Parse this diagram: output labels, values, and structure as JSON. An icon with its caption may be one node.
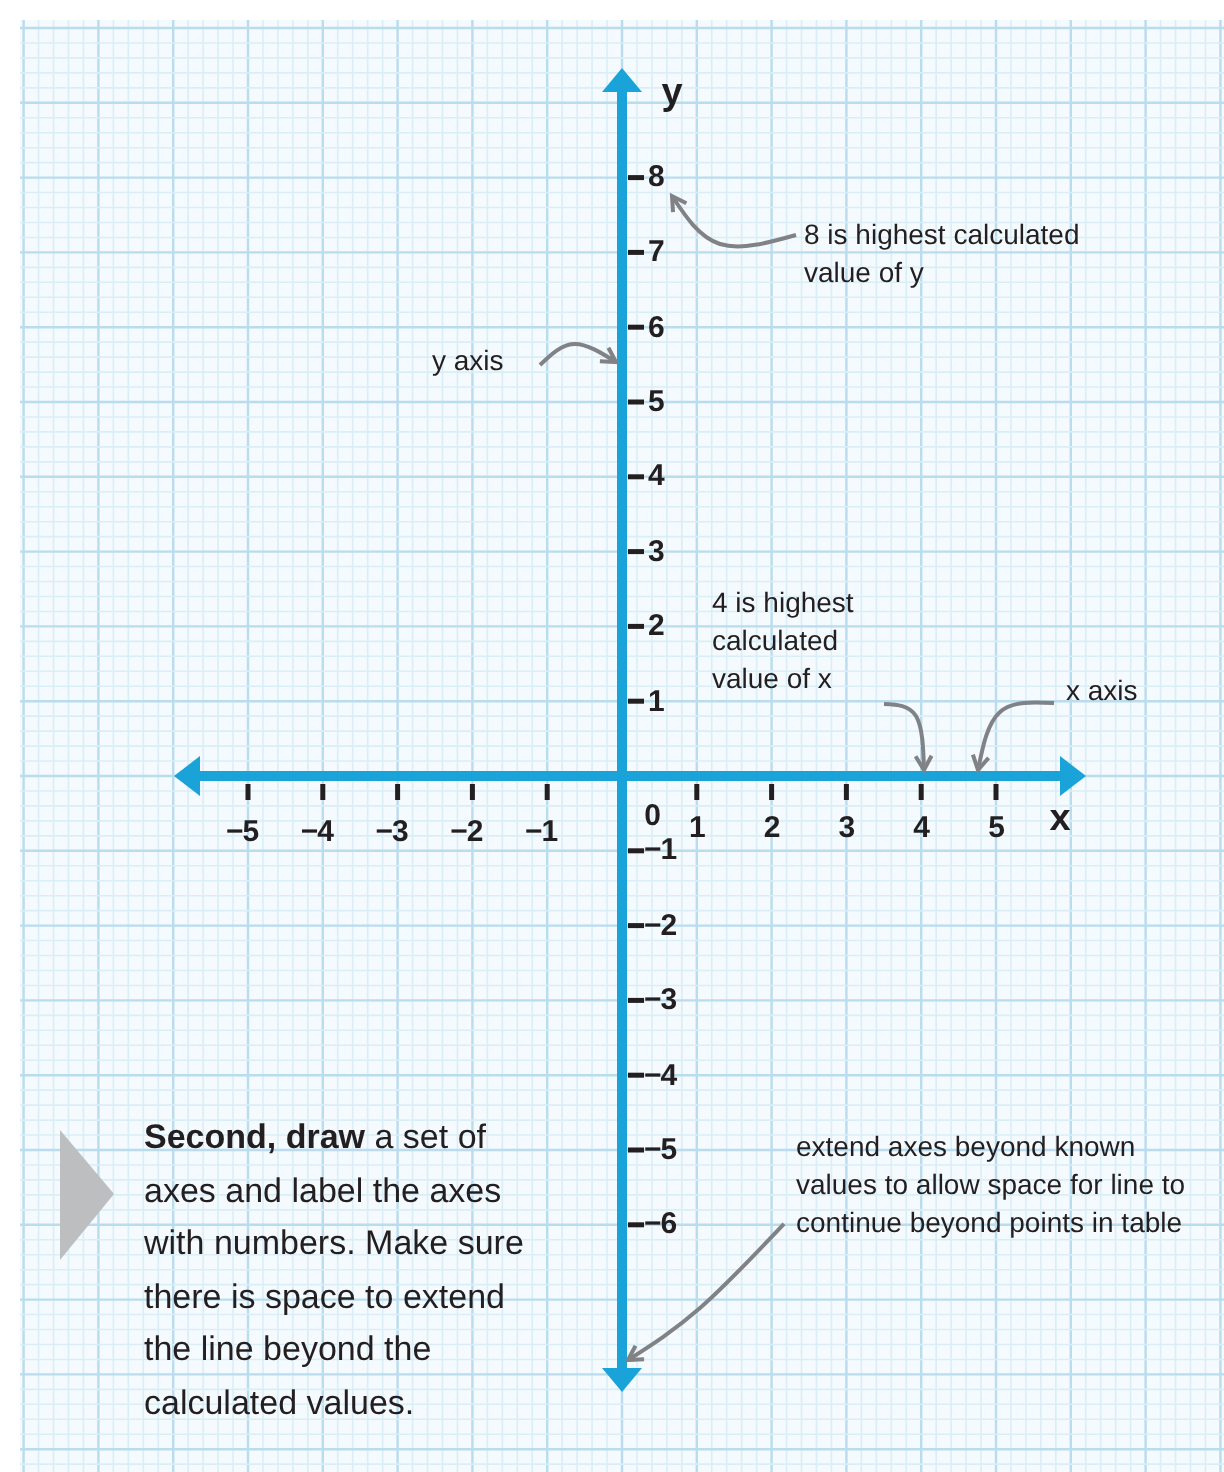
{
  "diagram": {
    "nodes": [
      {
        "text": [
          "8 is highest calculated value of y"
        ]
      },
      {
        "text": [
          "y axis"
        ]
      },
      {
        "text": [
          "4 is highest calculated value of x"
        ]
      },
      {
        "text": [
          "x axis"
        ]
      },
      {
        "text": [
          "extend axes beyond known values to allow space for line to continue beyond points in table"
        ]
      },
      {
        "text": [
          "8"
        ]
      },
      {
        "text": [],
        "shape": "bar"
      },
      {
        "text": [],
        "shape": "bar"
      }
    ],
    "edges": [
      {
        "from": 0,
        "to": 5,
        "arrow": "to"
      },
      {
        "from": 1,
        "to": 6,
        "arrow": "to"
      },
      {
        "from": 2,
        "to": 7,
        "arrow": "to"
      },
      {
        "from": 3,
        "to": 7,
        "arrow": "to"
      },
      {
        "from": 4,
        "to": 6,
        "arrow": "to"
      }
    ],
    "labels": [
      "y",
      "7",
      "6",
      "5",
      "4",
      "3",
      "2",
      "1",
      "−5",
      "−4",
      "−3",
      "−2",
      "−1",
      "0",
      "1",
      "2",
      "3",
      "4",
      "5",
      "x",
      "−1",
      "−2",
      "−3",
      "−4",
      "−5",
      "−6",
      "**Second, draw** a set of axes and label the axes with numbers. Make sure there is space to extend the line beyond the calculated values."
    ]
  }
}
